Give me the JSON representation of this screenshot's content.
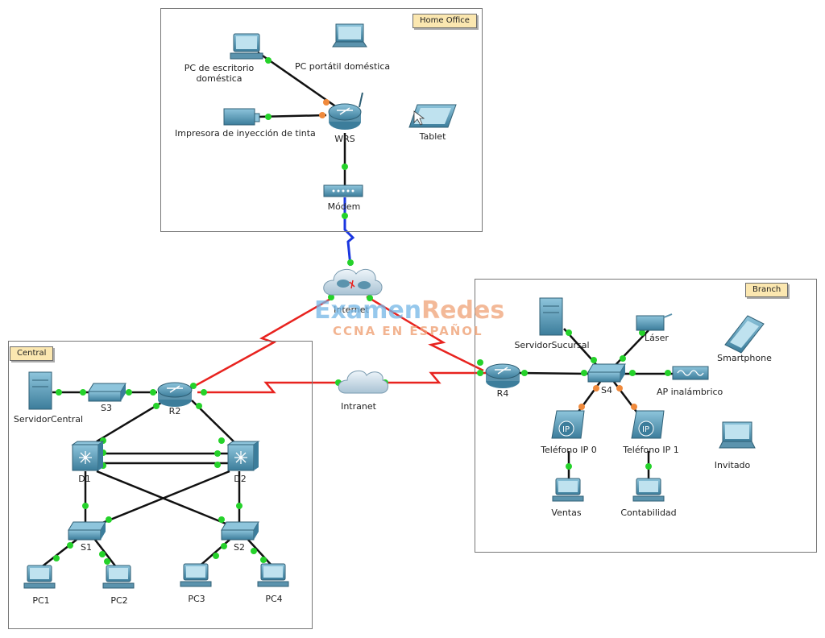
{
  "areas": {
    "home_office": "Home Office",
    "branch": "Branch",
    "central": "Central"
  },
  "devices": {
    "pc_desktop_line1": "PC de escritorio",
    "pc_desktop_line2": "doméstica",
    "laptop": "PC portátil doméstica",
    "printer": "Impresora de inyección de tinta",
    "wrs": "WRS",
    "tablet": "Tablet",
    "modem": "Módem",
    "internet": "Internet",
    "intranet": "Intranet",
    "servidor_sucursal": "ServidorSucursal",
    "laser": "Láser",
    "smartphone": "Smartphone",
    "r4": "R4",
    "s4": "S4",
    "ap": "AP inalámbrico",
    "ip_phone_0": "Teléfono IP 0",
    "ip_phone_1": "Teléfono IP 1",
    "invitado": "Invitado",
    "ventas": "Ventas",
    "contabilidad": "Contabilidad",
    "servidor_central": "ServidorCentral",
    "s3": "S3",
    "r2": "R2",
    "d1": "D1",
    "d2": "D2",
    "s1": "S1",
    "s2": "S2",
    "pc1": "PC1",
    "pc2": "PC2",
    "pc3": "PC3",
    "pc4": "PC4"
  },
  "watermark": {
    "word1": "Examen",
    "word2": "Redes",
    "tagline": "CCNA EN ESPAÑOL"
  },
  "colors": {
    "ethernet": "#111111",
    "serial": "#e8231f",
    "coax": "#1a36e0",
    "link_up": "#25d22a",
    "link_pending": "#f08a3c",
    "device_blue": "#3e7f9e"
  }
}
